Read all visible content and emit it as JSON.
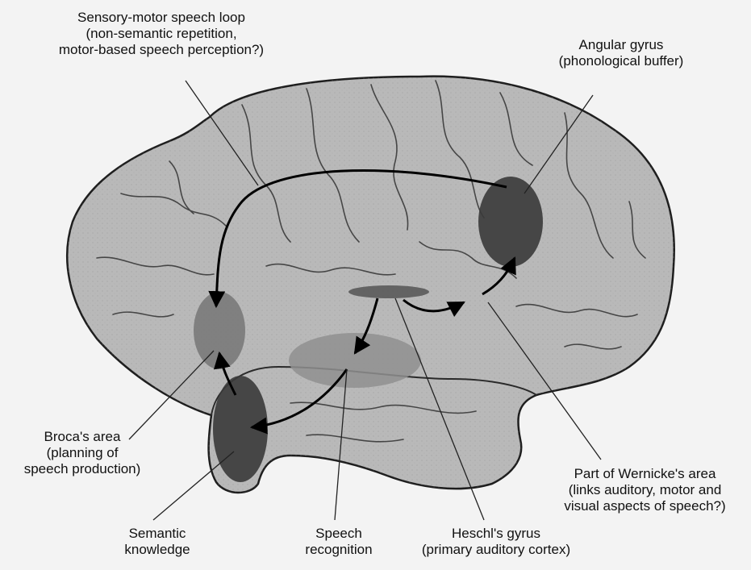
{
  "labels": {
    "sensory_motor": [
      "Sensory-motor speech loop",
      "(non-semantic repetition,",
      "motor-based speech perception?)"
    ],
    "angular": [
      "Angular gyrus",
      "(phonological buffer)"
    ],
    "broca": [
      "Broca's area",
      "(planning of",
      "speech production)"
    ],
    "wernicke": [
      "Part of Wernicke's area",
      "(links auditory, motor and",
      "visual aspects of speech?)"
    ],
    "semantic": [
      "Semantic",
      "knowledge"
    ],
    "speech_recognition": [
      "Speech",
      "recognition"
    ],
    "heschl": [
      "Heschl's gyrus",
      "(primary auditory cortex)"
    ]
  },
  "colors": {
    "brain_fill": "#b9b9b9",
    "brain_outline": "#1e1e1e",
    "dark_region": "#3a3a3a",
    "mid_region": "#6d6d6d",
    "light_region": "#8f8f8f",
    "arrow": "#000000"
  }
}
